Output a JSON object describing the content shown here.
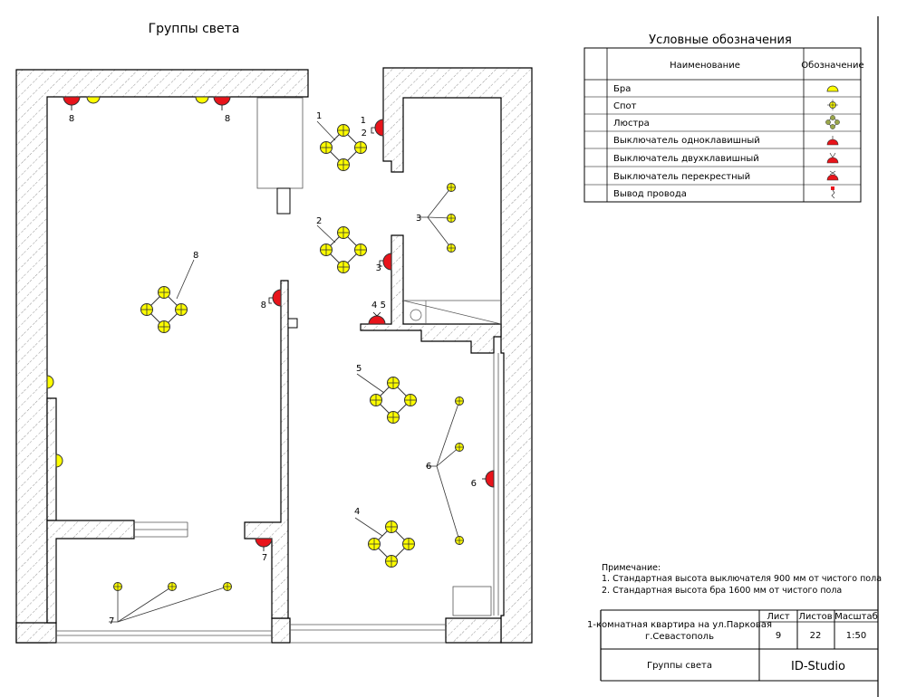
{
  "page_title": "Группы света",
  "legend": {
    "title": "Условные обозначения",
    "col_name": "Наименование",
    "col_symbol": "Обозначение",
    "rows": [
      {
        "name": "Бра",
        "icon": "wall-sconce-icon"
      },
      {
        "name": "Спот",
        "icon": "spotlight-icon"
      },
      {
        "name": "Люстра",
        "icon": "chandelier-icon"
      },
      {
        "name": "Выключатель одноклавишный",
        "icon": "single-switch-icon"
      },
      {
        "name": "Выключатель двухклавишный",
        "icon": "double-switch-icon"
      },
      {
        "name": "Выключатель перекрестный",
        "icon": "cross-switch-icon"
      },
      {
        "name": "Вывод провода",
        "icon": "wire-outlet-icon"
      }
    ]
  },
  "notes": {
    "heading": "Примечание:",
    "items": [
      "1. Стандартная высота выключателя 900 мм от чистого пола",
      "2. Стандартная высота бра 1600 мм от чистого пола"
    ]
  },
  "title_block": {
    "project_line1": "1-комнатная квартира на ул.Парковая",
    "project_line2": "г.Севастополь",
    "sheet_label": "Лист",
    "sheets_label": "Листов",
    "scale_label": "Масштаб",
    "sheet_value": "9",
    "sheets_value": "22",
    "scale_value": "1:50",
    "drawing_name": "Группы света",
    "studio": "ID-Studio"
  },
  "group_labels": {
    "sconce_top_left": "8",
    "sconce_top_right": "8",
    "switch_top_1": "1",
    "switch_top_2": "2",
    "chandelier_1": "1",
    "chandelier_2": "2",
    "spots_3": "3",
    "switch_3": "3",
    "switch_45": "4 5",
    "chandelier_8": "8",
    "switch_8": "8",
    "chandelier_5": "5",
    "spots_6": "6",
    "switch_6": "6",
    "chandelier_4": "4",
    "switch_7": "7",
    "spots_7": "7"
  },
  "colors": {
    "wall_hatch": "#888888",
    "switch_red": "#e8141b",
    "lamp_yellow": "#ffff00",
    "chandelier_olive": "#9aa64a"
  }
}
